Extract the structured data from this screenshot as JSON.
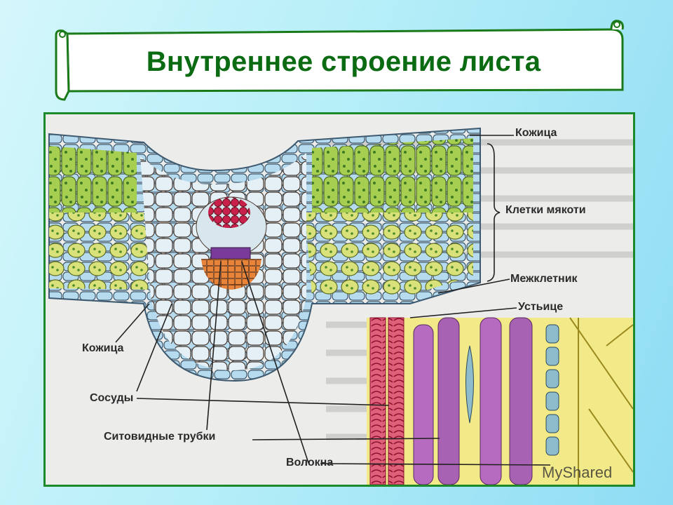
{
  "slide": {
    "title": "Внутреннее строение листа"
  },
  "diagram": {
    "labels": {
      "upper_skin": "Кожица",
      "pulp_cells": "Клетки мякоти",
      "intercellular_space": "Межклетник",
      "stoma": "Устьице",
      "lower_skin": "Кожица",
      "vessels": "Сосуды",
      "sieve_tubes": "Ситовидные трубки",
      "fibers": "Волокна"
    },
    "colors": {
      "epidermis": "#a9d4ea",
      "palisade": "#9cc84a",
      "spongy": "#d6e07a",
      "xylem": "#c8204a",
      "phloem_top": "#7a3a9a",
      "phloem": "#e0782a",
      "longitudinal_purple": "#b06ab8",
      "longitudinal_red": "#d8506a"
    }
  },
  "watermark": "MyShared"
}
